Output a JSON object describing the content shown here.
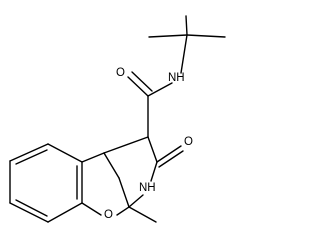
{
  "molecule": {
    "atoms": {
      "amide_nitrogen": "NH",
      "carbonyl_oxygen_amide": "O",
      "carbonyl_oxygen_lactam": "O",
      "lactam_nitrogen": "NH",
      "ether_oxygen": "O"
    }
  },
  "colors": {
    "bond": "#000000",
    "label": "#000000",
    "background": "#ffffff"
  }
}
